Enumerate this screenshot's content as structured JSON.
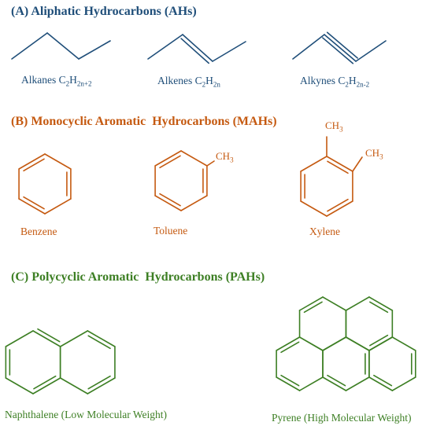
{
  "colors": {
    "aliphatic": "#1f4e79",
    "monocyclic": "#c55a11",
    "polycyclic": "#3d7f24"
  },
  "sections": {
    "aliphatic": {
      "title": "(A) Aliphatic Hydrocarbons (AHs)",
      "items": [
        {
          "name": "Alkanes",
          "formula_c": "C",
          "c_sub": "2",
          "formula_h": "H",
          "h_sub": "2n+2"
        },
        {
          "name": "Alkenes",
          "formula_c": "C",
          "c_sub": "2",
          "formula_h": "H",
          "h_sub": "2n"
        },
        {
          "name": "Alkynes",
          "formula_c": "C",
          "c_sub": "2",
          "formula_h": "H",
          "h_sub": "2n-2"
        }
      ]
    },
    "monocyclic": {
      "title": "(B) Monocyclic Aromatic  Hydrocarbons (MAHs)",
      "items": [
        {
          "name": "Benzene"
        },
        {
          "name": "Toluene"
        },
        {
          "name": "Xylene"
        }
      ],
      "methyl": {
        "c": "CH",
        "sub": "3"
      }
    },
    "polycyclic": {
      "title": "(C) Polycyclic Aromatic  Hydrocarbons (PAHs)",
      "items": [
        {
          "name": "Naphthalene (Low Molecular Weight)"
        },
        {
          "name": "Pyrene (High Molecular Weight)"
        }
      ]
    }
  }
}
